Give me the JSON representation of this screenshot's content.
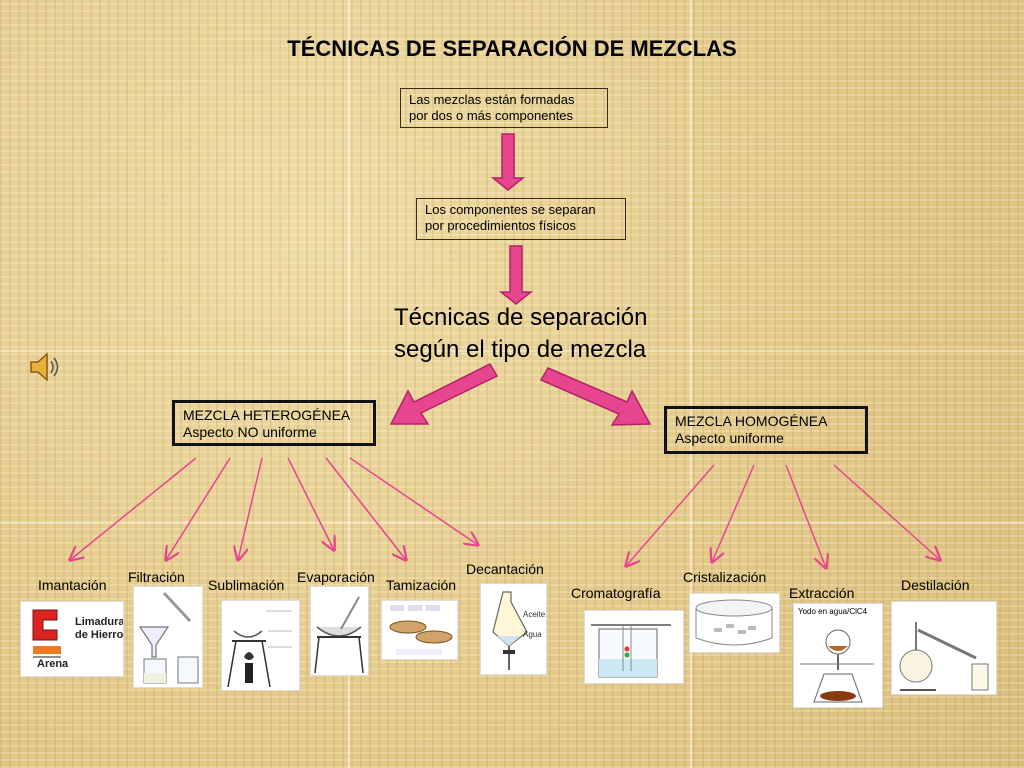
{
  "title": "TÉCNICAS DE SEPARACIÓN DE MEZCLAS",
  "box1": {
    "line1": "Las mezclas están formadas",
    "line2": "por dos  o más componentes"
  },
  "box2": {
    "line1": "Los componentes se separan",
    "line2": "por procedimientos físicos"
  },
  "central": {
    "line1": "Técnicas de separación",
    "line2": "según el tipo de mezcla"
  },
  "heterogenea": {
    "line1": "MEZCLA HETEROGÉNEA",
    "line2": "Aspecto NO uniforme"
  },
  "homogenea": {
    "line1": "MEZCLA HOMOGÉNEA",
    "line2": "Aspecto uniforme"
  },
  "techniques": {
    "imantacion": "Imantación",
    "filtracion": "Filtración",
    "sublimacion": "Sublimación",
    "evaporacion": "Evaporación",
    "tamizacion": "Tamización",
    "decantacion": "Decantación",
    "cromatografia": "Cromatografía",
    "cristalizacion": "Cristalización",
    "extraccion": "Extracción",
    "destilacion": "Destilación"
  },
  "image_labels": {
    "limadura": "Limadura",
    "de_hierro": "de Hierro",
    "arena": "Arena",
    "aceite": "Aceite",
    "agua": "Agua",
    "yodo": "Yodo en agua/ClC4"
  },
  "colors": {
    "arrow": "#e8458f",
    "arrow_stroke": "#b0236a",
    "line": "#e8458f"
  }
}
